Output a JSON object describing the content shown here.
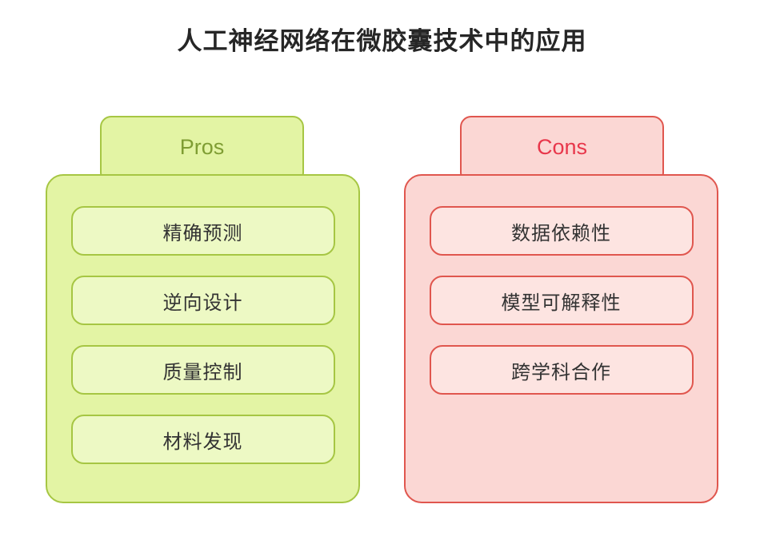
{
  "title": "人工神经网络在微胶囊技术中的应用",
  "pros": {
    "label": "Pros",
    "items": [
      "精确预测",
      "逆向设计",
      "质量控制",
      "材料发现"
    ]
  },
  "cons": {
    "label": "Cons",
    "items": [
      "数据依赖性",
      "模型可解释性",
      "跨学科合作"
    ]
  },
  "colors": {
    "title": "#262626",
    "item_text": "#333333",
    "pros_border": "#a6c643",
    "pros_fill": "#e3f4a4",
    "pros_item_fill": "#edf9c4",
    "pros_label": "#7f9d33",
    "cons_border": "#e0564e",
    "cons_fill": "#fbd7d4",
    "cons_item_fill": "#fde4e1",
    "cons_label": "#e8374b"
  }
}
